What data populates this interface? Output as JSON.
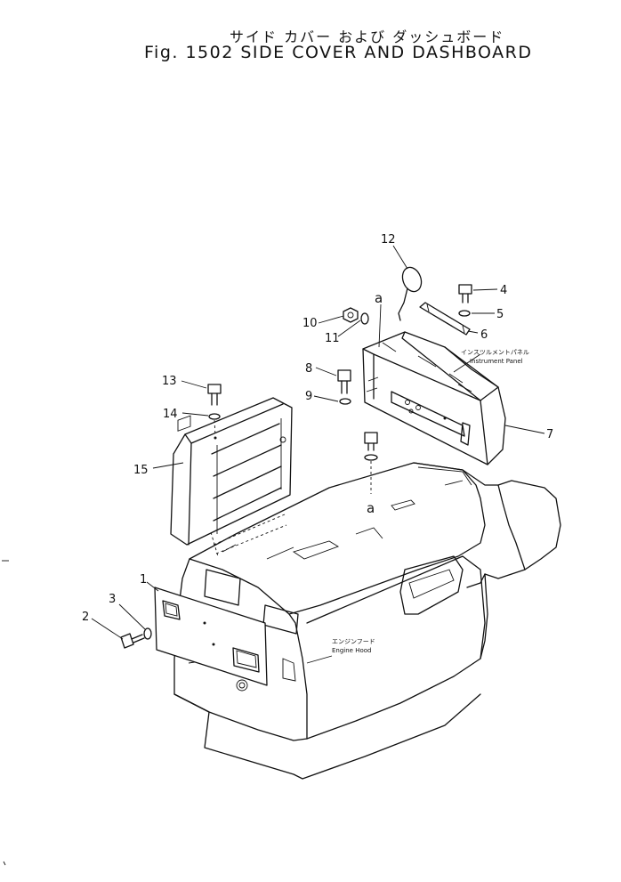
{
  "title": {
    "japanese": "サイド カバー および ダッシュボード",
    "english": "Fig. 1502 SIDE COVER AND DASHBOARD"
  },
  "labels": {
    "instrument_panel_jp": "インスツルメントパネル",
    "instrument_panel_en": "Instrument Panel",
    "engine_hood_jp": "エンジンフード",
    "engine_hood_en": "Engine Hood"
  },
  "reference_letter": "a",
  "callouts": [
    "1",
    "2",
    "3",
    "4",
    "5",
    "6",
    "7",
    "8",
    "9",
    "10",
    "11",
    "12",
    "13",
    "14",
    "15"
  ]
}
